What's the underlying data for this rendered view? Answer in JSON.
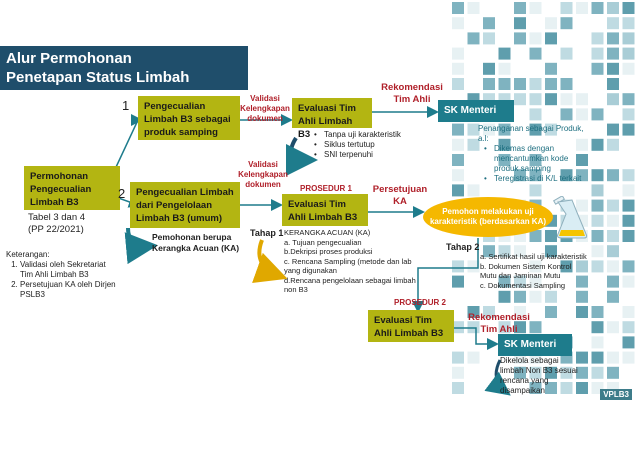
{
  "title": {
    "line1": "Alur Permohonan",
    "line2": "Penetapan Status Limbah"
  },
  "left": {
    "box": "Permohonan Pengecualian Limbah B3",
    "table_ref": "Tabel 3 dan 4",
    "pp_ref": "(PP 22/2021)",
    "keterangan_title": "Keterangan:",
    "keterangan": [
      "Validasi oleh Sekretariat Tim Ahli Limbah B3",
      "Persetujuan KA oleh Dirjen PSLB3"
    ]
  },
  "path1": {
    "number": "1",
    "box": "Pengecualian Limbah B3 sebagai produk samping",
    "validasi": "Validasi Kelengkapan dokumen",
    "eval_box": "Evaluasi Tim Ahli Limbah B3",
    "criteria": [
      "Tanpa uji  karakteristik",
      "Siklus tertutup",
      "SNI terpenuhi"
    ],
    "rekomendasi": "Rekomendasi Tim Ahli",
    "sk_box": "SK Menteri",
    "sk_title": "Penanganan sebagai Produk, a.l:",
    "sk_items": [
      "Dikemas dengan mencantumkan kode produk samping",
      "Teregistrasi di K/L terkait"
    ]
  },
  "path2": {
    "number": "2",
    "box": "Pengecualian Limbah dari Pengelolaan Limbah B3 (umum)",
    "validasi": "Validasi Kelengkapan dokumen",
    "prosedur1": "PROSEDUR 1",
    "eval_box": "Evaluasi Tim Ahli Limbah B3",
    "persetujuan": "Persetujuan KA",
    "pemohon": "Pemohon melakukan uji karakteristik (berdasarkan KA)",
    "kerangka_note": "Pemohonan berupa Kerangka Acuan (KA)",
    "tahap1": "Tahap 1",
    "ka_title": "KERANGKA ACUAN (KA)",
    "ka_items": [
      "a. Tujuan pengecualian",
      "b.Dekripsi proses produksi",
      "c. Rencana Sampling (metode dan lab yang digunakan",
      "d.Rencana pengelolaan sebagai limbah non B3"
    ],
    "tahap2": "Tahap 2",
    "tahap2_items": [
      "a.   Sertifikat hasil uji karakteristik",
      "b.  Dokumen Sistem Kontrol Mutu dan Jaminan Mutu",
      "c.  Dokumentasi Sampling"
    ],
    "prosedur2": "PROSEDUR 2",
    "eval2_box": "Evaluasi Tim Ahli Limbah B3",
    "rekomendasi2": "Rekomendasi Tim Ahli",
    "sk2_box": "SK Menteri",
    "sk2_items": [
      "Dikelola sebagai limbah Non B3 sesuai rencana yang disampaikan"
    ]
  },
  "footer": {
    "logo": "VPLB3"
  },
  "colors": {
    "olive": "#b3b512",
    "teal": "#1e7c8c",
    "navy": "#1f4e6b",
    "red": "#b0202a",
    "yellow": "#f5b800"
  }
}
